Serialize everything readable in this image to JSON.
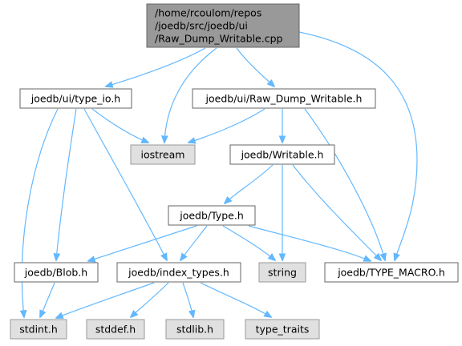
{
  "colors": {
    "edge": "#63b8ff",
    "root_fill": "#999999",
    "root_stroke": "#666666",
    "local_fill": "#ffffff",
    "local_stroke": "#666666",
    "system_fill": "#e0e0e0",
    "system_stroke": "#999999"
  },
  "nodes": [
    {
      "id": "raw_dump_cpp",
      "kind": "root",
      "lines": [
        "/home/rcoulom/repos",
        "/joedb/src/joedb/ui",
        "/Raw_Dump_Writable.cpp"
      ]
    },
    {
      "id": "type_io_h",
      "kind": "local",
      "lines": [
        "joedb/ui/type_io.h"
      ]
    },
    {
      "id": "raw_dump_h",
      "kind": "local",
      "lines": [
        "joedb/ui/Raw_Dump_Writable.h"
      ]
    },
    {
      "id": "iostream",
      "kind": "system",
      "lines": [
        "iostream"
      ]
    },
    {
      "id": "writable_h",
      "kind": "local",
      "lines": [
        "joedb/Writable.h"
      ]
    },
    {
      "id": "type_h",
      "kind": "local",
      "lines": [
        "joedb/Type.h"
      ]
    },
    {
      "id": "blob_h",
      "kind": "local",
      "lines": [
        "joedb/Blob.h"
      ]
    },
    {
      "id": "index_types_h",
      "kind": "local",
      "lines": [
        "joedb/index_types.h"
      ]
    },
    {
      "id": "string",
      "kind": "system",
      "lines": [
        "string"
      ]
    },
    {
      "id": "type_macro_h",
      "kind": "local",
      "lines": [
        "joedb/TYPE_MACRO.h"
      ]
    },
    {
      "id": "stdint_h",
      "kind": "system",
      "lines": [
        "stdint.h"
      ]
    },
    {
      "id": "stddef_h",
      "kind": "system",
      "lines": [
        "stddef.h"
      ]
    },
    {
      "id": "stdlib_h",
      "kind": "system",
      "lines": [
        "stdlib.h"
      ]
    },
    {
      "id": "type_traits",
      "kind": "system",
      "lines": [
        "type_traits"
      ]
    }
  ],
  "edges": [
    {
      "from": "raw_dump_cpp",
      "to": "type_io_h"
    },
    {
      "from": "raw_dump_cpp",
      "to": "iostream"
    },
    {
      "from": "raw_dump_cpp",
      "to": "raw_dump_h"
    },
    {
      "from": "raw_dump_cpp",
      "to": "type_macro_h"
    },
    {
      "from": "type_io_h",
      "to": "iostream"
    },
    {
      "from": "type_io_h",
      "to": "stdint_h"
    },
    {
      "from": "type_io_h",
      "to": "blob_h"
    },
    {
      "from": "type_io_h",
      "to": "index_types_h"
    },
    {
      "from": "raw_dump_h",
      "to": "iostream"
    },
    {
      "from": "raw_dump_h",
      "to": "writable_h"
    },
    {
      "from": "raw_dump_h",
      "to": "type_macro_h"
    },
    {
      "from": "writable_h",
      "to": "type_h"
    },
    {
      "from": "writable_h",
      "to": "string"
    },
    {
      "from": "writable_h",
      "to": "type_macro_h"
    },
    {
      "from": "type_h",
      "to": "blob_h"
    },
    {
      "from": "type_h",
      "to": "index_types_h"
    },
    {
      "from": "type_h",
      "to": "string"
    },
    {
      "from": "type_h",
      "to": "type_macro_h"
    },
    {
      "from": "blob_h",
      "to": "stdint_h"
    },
    {
      "from": "index_types_h",
      "to": "stdint_h"
    },
    {
      "from": "index_types_h",
      "to": "stddef_h"
    },
    {
      "from": "index_types_h",
      "to": "stdlib_h"
    },
    {
      "from": "index_types_h",
      "to": "type_traits"
    }
  ]
}
